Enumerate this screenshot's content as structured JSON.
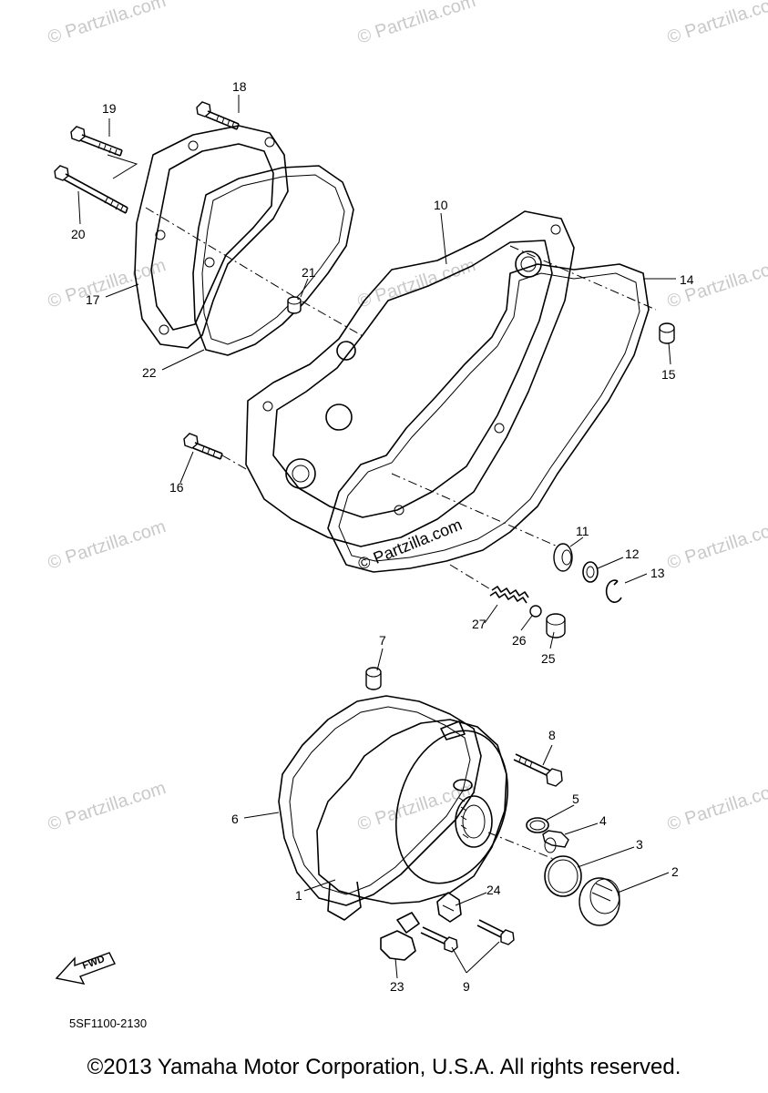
{
  "watermark": "© Partzilla.com",
  "center_watermark": "© Partzilla.com",
  "diagram_code": "5SF1100-2130",
  "fwd_label": "FWD",
  "copyright": "©2013 Yamaha Motor Corporation, U.S.A. All rights reserved.",
  "callouts": [
    "1",
    "2",
    "3",
    "4",
    "5",
    "6",
    "7",
    "8",
    "9",
    "10",
    "11",
    "12",
    "13",
    "14",
    "15",
    "16",
    "17",
    "18",
    "19",
    "20",
    "21",
    "22",
    "23",
    "24",
    "25",
    "26",
    "27"
  ]
}
